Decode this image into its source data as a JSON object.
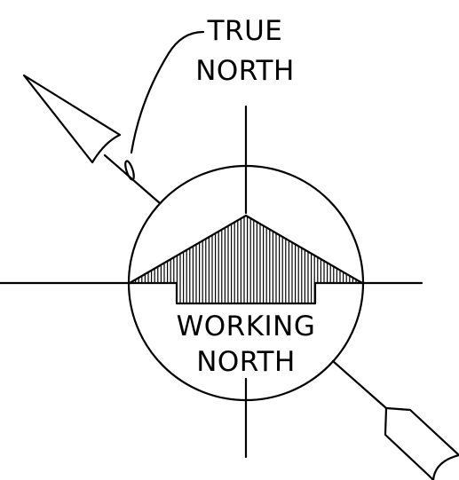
{
  "labels": {
    "true_north_line1": "TRUE",
    "true_north_line2": "NORTH",
    "working_north_line1": "WORKING",
    "working_north_line2": "NORTH"
  },
  "colors": {
    "line": "#000000",
    "background": "#ffffff"
  }
}
